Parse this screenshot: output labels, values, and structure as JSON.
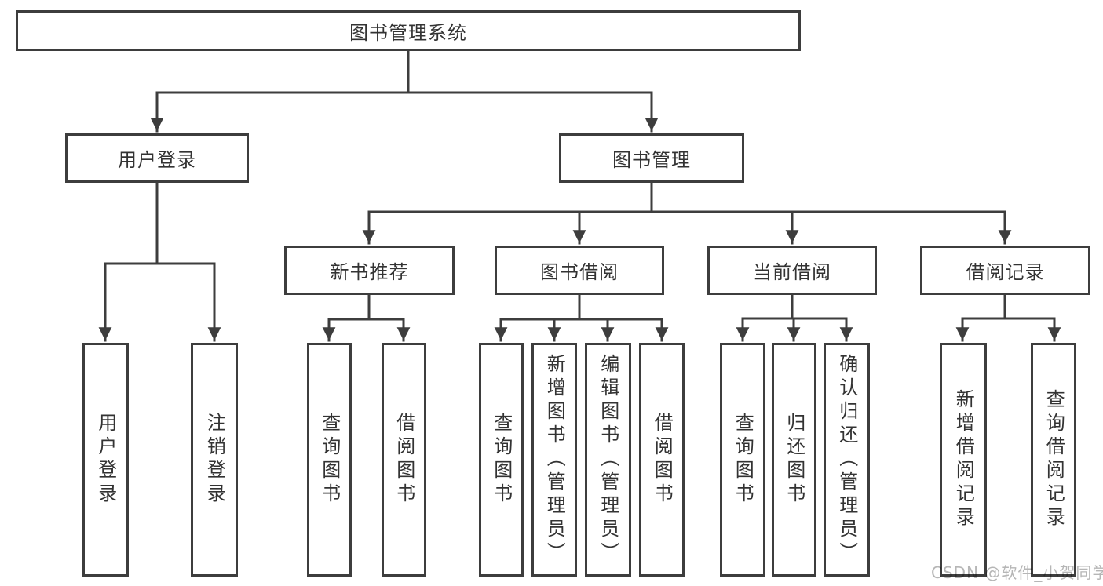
{
  "tree": {
    "root": {
      "label": "图书管理系统",
      "children": [
        {
          "label": "用户登录",
          "children": [
            {
              "label": "用户登录"
            },
            {
              "label": "注销登录"
            }
          ]
        },
        {
          "label": "图书管理",
          "children": [
            {
              "label": "新书推荐",
              "children": [
                {
                  "label": "查询图书"
                },
                {
                  "label": "借阅图书"
                }
              ]
            },
            {
              "label": "图书借阅",
              "children": [
                {
                  "label": "查询图书"
                },
                {
                  "label": "新增图书（管理员）"
                },
                {
                  "label": "编辑图书（管理员）"
                },
                {
                  "label": "借阅图书"
                }
              ]
            },
            {
              "label": "当前借阅",
              "children": [
                {
                  "label": "查询图书"
                },
                {
                  "label": "归还图书"
                },
                {
                  "label": "确认归还（管理员）"
                }
              ]
            },
            {
              "label": "借阅记录",
              "children": [
                {
                  "label": "新增借阅记录"
                },
                {
                  "label": "查询借阅记录"
                }
              ]
            }
          ]
        }
      ]
    }
  },
  "watermark": {
    "text": "CSDN @软件_小贺同学"
  },
  "colors": {
    "line": "#3d3d3d",
    "box_border": "#3d3d3d",
    "text": "#333333",
    "watermark": "#a9a9a9",
    "background": "#ffffff"
  }
}
